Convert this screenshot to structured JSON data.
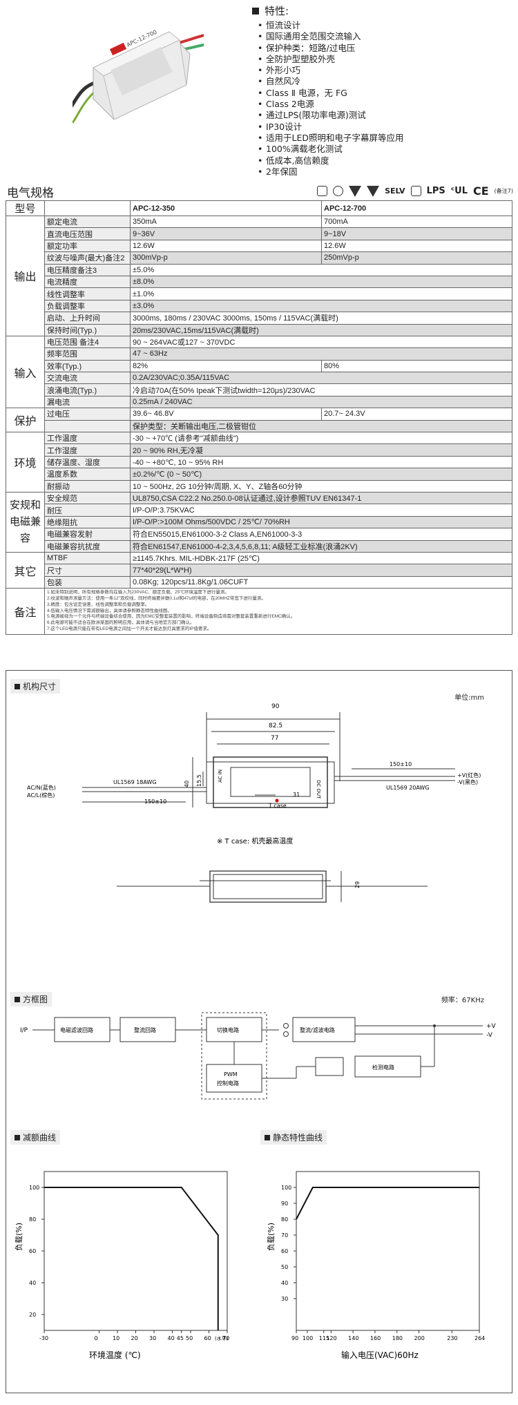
{
  "features": {
    "title": "特性:",
    "items": [
      "恒流设计",
      "国际通用全范围交流输入",
      "保护种类：短路/过电压",
      "全防护型塑胶外壳",
      "外形小巧",
      "自然风冷",
      "Class Ⅱ 电源，无 FG",
      "Class 2电源",
      "通过LPS(限功率电源)测试",
      "IP30设计",
      "适用于LED照明和电子字幕屏等应用",
      "100%满载老化测试",
      "低成本,高信赖度",
      "2年保固"
    ]
  },
  "product": {
    "model_text": "APC-12-700"
  },
  "spec": {
    "title": "电气规格",
    "certs": [
      "SELV",
      "LPS",
      "(备注7)"
    ],
    "header": {
      "label": "型号",
      "m1": "APC-12-350",
      "m2": "APC-12-700"
    },
    "rows": [
      {
        "cat": "输出",
        "span": 10,
        "item": "额定电流",
        "v1": "350mA",
        "v2": "700mA"
      },
      {
        "item": "直流电压范围",
        "v1": "9~36V",
        "v2": "9~18V"
      },
      {
        "item": "额定功率",
        "v1": "12.6W",
        "v2": "12.6W"
      },
      {
        "item": "纹波与噪声(最大)备注2",
        "v1": "300mVp-p",
        "v2": "250mVp-p"
      },
      {
        "item": "电压精度备注3",
        "v": "±5.0%"
      },
      {
        "item": "电流精度",
        "v": "±8.0%"
      },
      {
        "item": "线性调整率",
        "v": "±1.0%"
      },
      {
        "item": "负载调整率",
        "v": "±3.0%"
      },
      {
        "item": "启动、上升时间",
        "v": "3000ms, 180ms / 230VAC        3000ms, 150ms / 115VAC(满载时)"
      },
      {
        "item": "保持时间(Typ.)",
        "v": "20ms/230VAC,15ms/115VAC(满载时)"
      },
      {
        "cat": "输入",
        "span": 6,
        "item": "电压范围   备注4",
        "v": "90 ~ 264VAC或127 ~ 370VDC"
      },
      {
        "item": "频率范围",
        "v": "47 ~ 63Hz"
      },
      {
        "item": "效率(Typ.)",
        "v1": "82%",
        "v2": "80%"
      },
      {
        "item": "交流电流",
        "v": "0.2A/230VAC;0.35A/115VAC"
      },
      {
        "item": "浪涌电流(Typ.)",
        "v": "冷启动70A(在50% Ipeak下测试twidth=120μs)/230VAC"
      },
      {
        "item": "漏电流",
        "v": "0.25mA / 240VAC"
      },
      {
        "cat": "保护",
        "span": 2,
        "item": "过电压",
        "v1": "39.6~ 46.8V",
        "v2": "20.7~ 24.3V"
      },
      {
        "item": "",
        "v": "保护类型：关断输出电压,二极管钳位"
      },
      {
        "cat": "环境",
        "span": 5,
        "item": "工作温度",
        "v": "-30 ~ +70℃ (请参考\"减额曲线\")"
      },
      {
        "item": "工作湿度",
        "v": "20 ~ 90% RH,无冷凝"
      },
      {
        "item": "储存温度、湿度",
        "v": "-40 ~ +80℃, 10 ~ 95% RH"
      },
      {
        "item": "温度系数",
        "v": "±0.2%/℃ (0 ~ 50℃)"
      },
      {
        "item": "耐振动",
        "v": "10 ~ 500Hz, 2G 10分钟/周期, X、Y、Z轴各60分钟"
      },
      {
        "cat": "安规和电磁兼容",
        "span": 5,
        "item": "安全规范",
        "v": "UL8750,CSA C22.2 No.250.0-08认证通过,设计参照TUV EN61347-1"
      },
      {
        "item": "耐压",
        "v": "I/P-O/P:3.75KVAC"
      },
      {
        "item": "绝缘阻抗",
        "v": "I/P-O/P:>100M Ohms/500VDC / 25℃/ 70%RH"
      },
      {
        "item": "电磁兼容发射",
        "v": "符合EN55015,EN61000-3-2 Class A,EN61000-3-3"
      },
      {
        "item": "电磁兼容抗扰度",
        "v": "符合EN61547,EN61000-4-2,3,4,5,6,8,11; A级轻工业标准(浪涌2KV)"
      },
      {
        "cat": "其它",
        "span": 3,
        "item": "MTBF",
        "v": "≥1145.7Khrs.     MIL-HDBK-217F (25℃)"
      },
      {
        "item": "尺寸",
        "v": "77*40*29(L*W*H)"
      },
      {
        "item": "包装",
        "v": "0.08Kg; 120pcs/11.8Kg/1.06CUFT"
      }
    ],
    "notes_label": "备注",
    "notes": [
      "1.如未特别说明，所有规格参数均在输入为230VAC、额定负载、25℃环境温度下进行量测。",
      "2.纹波和噪声测量方法：使用一条12\"双绞线，同时终端要并联0.1uf和47uf的电容，在20MHZ带宽下进行量测。",
      "3.精度：包含设定误差、线性调整率和负载调整率。",
      "4.低输入电压情况下需减额输出，具体请参照静态特性曲线图。",
      "5.电源被视为一个元件与终端设备结合使用，因为EMC受整套装置的影响，终端设备制造商需对整套装置重新进行EMC确认。",
      "6.此电源可能不适合在欧洲某国的照明应用，具体请与当地官方部门确认。",
      "7.这个LED电源只能在带有LED电源之间加一个开关才能达到灯具要求的IP值要求。"
    ]
  },
  "mech": {
    "title": "机构尺寸",
    "unit": "单位:mm",
    "dims": {
      "d90": "90",
      "d825": "82.5",
      "d77": "77",
      "d40": "40",
      "d155": "15.5",
      "d31": "31",
      "d150a": "150±10",
      "d150b": "150±10",
      "d29": "29"
    },
    "labels": {
      "tcase": "T case",
      "acn": "AC/N(蓝色)",
      "acl": "AC/L(棕色)",
      "ul18": "UL1569  18AWG",
      "ul20": "UL1569  20AWG",
      "vp": "+V(红色)",
      "vm": "-V(黑色)",
      "acin": "AC IN",
      "dcout": "DC OUT",
      "note": "※ T case: 机壳最高温度"
    }
  },
  "block": {
    "title": "方框图",
    "freq": "频率：67KHz",
    "ip": "I/P",
    "emi": "电磁滤波回路",
    "rect": "整流回路",
    "switch": "切换电路",
    "pwm": "PWM",
    "pwm2": "控制电路",
    "out": "整流/滤波电路",
    "detect": "检测电路",
    "vp": "+V",
    "vm": "-V"
  },
  "derating": {
    "title": "减额曲线",
    "ylabel": "负载(%)",
    "xlabel": "环境温度 (℃)",
    "xnote": "(水平)",
    "xticks": [
      "-30",
      "0",
      "10",
      "20",
      "30",
      "40",
      "45",
      "50",
      "60",
      "70"
    ],
    "yticks": [
      "100",
      "80",
      "60",
      "40",
      "20"
    ]
  },
  "static": {
    "title": "静态特性曲线",
    "ylabel": "负载(%)",
    "xlabel": "输入电压(VAC)60Hz",
    "xticks": [
      "90",
      "100",
      "115",
      "120",
      "140",
      "160",
      "180",
      "200",
      "230",
      "264"
    ],
    "yticks": [
      "100",
      "90",
      "80",
      "70",
      "60",
      "50",
      "40",
      "30"
    ]
  }
}
